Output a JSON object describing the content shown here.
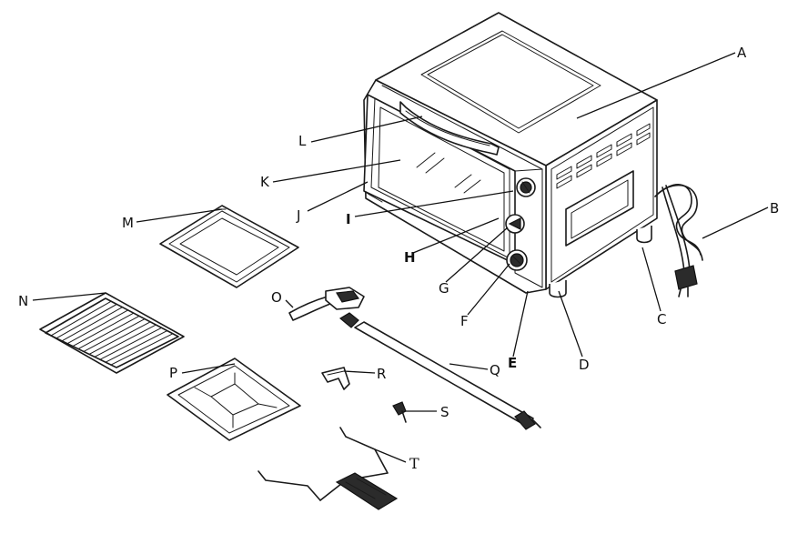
{
  "callouts": {
    "A": "A",
    "B": "B",
    "C": "C",
    "D": "D",
    "E": "E",
    "F": "F",
    "G": "G",
    "H": "H",
    "I": "I",
    "J": "J",
    "K": "K",
    "L": "L",
    "M": "M",
    "N": "N",
    "O": "O",
    "P": "P",
    "Q": "Q",
    "R": "R",
    "S": "S",
    "T": "T"
  }
}
